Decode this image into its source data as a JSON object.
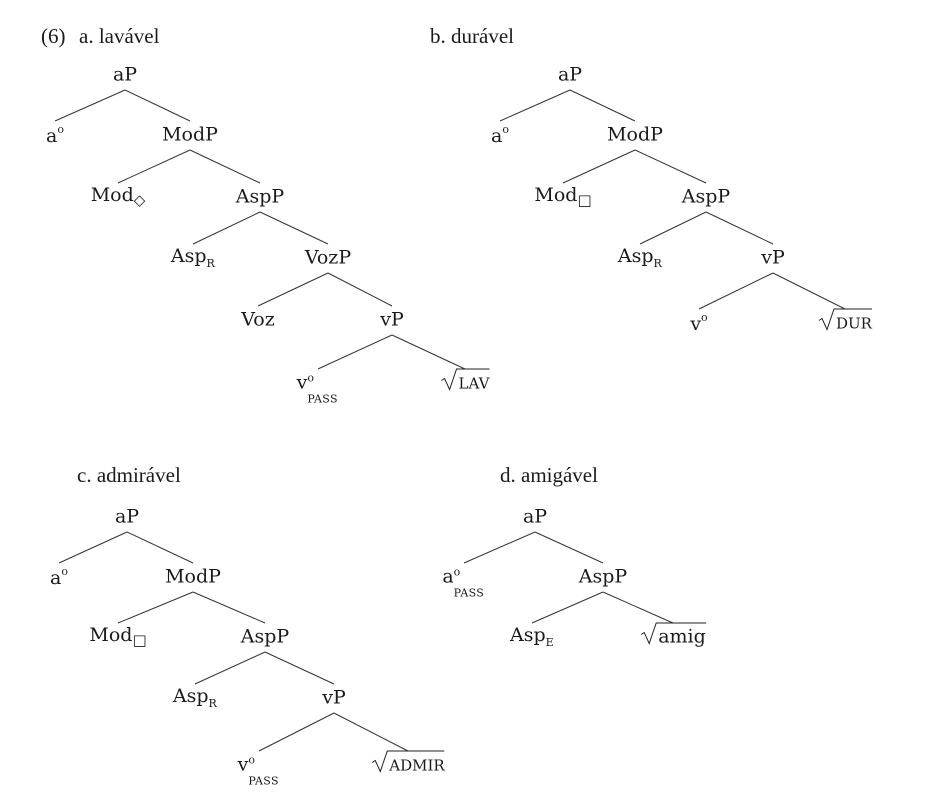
{
  "example_number": "(6)",
  "trees": [
    {
      "title": "a. lavável",
      "nodes": [
        {
          "id": "aP",
          "label": "aP"
        },
        {
          "id": "a",
          "label": "a",
          "sup": "o"
        },
        {
          "id": "ModP",
          "label": "ModP"
        },
        {
          "id": "Mod",
          "label": "Mod",
          "sub_symbol": "◇"
        },
        {
          "id": "AspP",
          "label": "AspP"
        },
        {
          "id": "Asp",
          "label": "Asp",
          "sub": "R"
        },
        {
          "id": "VozP",
          "label": "VozP"
        },
        {
          "id": "Voz",
          "label": "Voz"
        },
        {
          "id": "vP",
          "label": "vP"
        },
        {
          "id": "v",
          "label": "v",
          "sup": "o",
          "sub": "PASS"
        },
        {
          "id": "root",
          "label": "√",
          "root_text": "LAV"
        }
      ],
      "edges": [
        [
          "aP",
          "a"
        ],
        [
          "aP",
          "ModP"
        ],
        [
          "ModP",
          "Mod"
        ],
        [
          "ModP",
          "AspP"
        ],
        [
          "AspP",
          "Asp"
        ],
        [
          "AspP",
          "VozP"
        ],
        [
          "VozP",
          "Voz"
        ],
        [
          "VozP",
          "vP"
        ],
        [
          "vP",
          "v"
        ],
        [
          "vP",
          "root"
        ]
      ]
    },
    {
      "title": "b. durável",
      "nodes": [
        {
          "id": "aP",
          "label": "aP"
        },
        {
          "id": "a",
          "label": "a",
          "sup": "o"
        },
        {
          "id": "ModP",
          "label": "ModP"
        },
        {
          "id": "Mod",
          "label": "Mod",
          "sub_symbol": "□"
        },
        {
          "id": "AspP",
          "label": "AspP"
        },
        {
          "id": "Asp",
          "label": "Asp",
          "sub": "R"
        },
        {
          "id": "vP",
          "label": "vP"
        },
        {
          "id": "v",
          "label": "v",
          "sup": "o"
        },
        {
          "id": "root",
          "label": "√",
          "root_text": "DUR"
        }
      ],
      "edges": [
        [
          "aP",
          "a"
        ],
        [
          "aP",
          "ModP"
        ],
        [
          "ModP",
          "Mod"
        ],
        [
          "ModP",
          "AspP"
        ],
        [
          "AspP",
          "Asp"
        ],
        [
          "AspP",
          "vP"
        ],
        [
          "vP",
          "v"
        ],
        [
          "vP",
          "root"
        ]
      ]
    },
    {
      "title": "c. admirável",
      "nodes": [
        {
          "id": "aP",
          "label": "aP"
        },
        {
          "id": "a",
          "label": "a",
          "sup": "o"
        },
        {
          "id": "ModP",
          "label": "ModP"
        },
        {
          "id": "Mod",
          "label": "Mod",
          "sub_symbol": "□"
        },
        {
          "id": "AspP",
          "label": "AspP"
        },
        {
          "id": "Asp",
          "label": "Asp",
          "sub": "R"
        },
        {
          "id": "vP",
          "label": "vP"
        },
        {
          "id": "v",
          "label": "v",
          "sup": "o",
          "sub": "PASS"
        },
        {
          "id": "root",
          "label": "√",
          "root_text": "ADMIR"
        }
      ],
      "edges": [
        [
          "aP",
          "a"
        ],
        [
          "aP",
          "ModP"
        ],
        [
          "ModP",
          "Mod"
        ],
        [
          "ModP",
          "AspP"
        ],
        [
          "AspP",
          "Asp"
        ],
        [
          "AspP",
          "vP"
        ],
        [
          "vP",
          "v"
        ],
        [
          "vP",
          "root"
        ]
      ]
    },
    {
      "title": "d. amigável",
      "nodes": [
        {
          "id": "aP",
          "label": "aP"
        },
        {
          "id": "a",
          "label": "a",
          "sup": "o",
          "sub": "PASS"
        },
        {
          "id": "AspP",
          "label": "AspP"
        },
        {
          "id": "Asp",
          "label": "Asp",
          "sub": "E"
        },
        {
          "id": "root",
          "label": "√",
          "root_text": "amig"
        }
      ],
      "edges": [
        [
          "aP",
          "a"
        ],
        [
          "aP",
          "AspP"
        ],
        [
          "AspP",
          "Asp"
        ],
        [
          "AspP",
          "root"
        ]
      ]
    }
  ]
}
